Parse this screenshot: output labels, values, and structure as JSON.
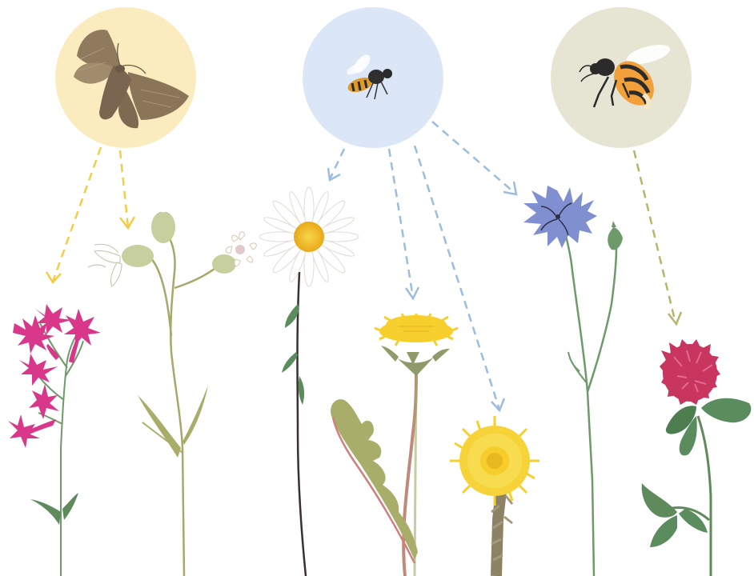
{
  "pollinators": [
    {
      "name": "moth",
      "icon": "moth-icon",
      "color": "#fbecc0"
    },
    {
      "name": "hoverfly",
      "icon": "hoverfly-icon",
      "color": "#dbe6f7"
    },
    {
      "name": "bumblebee",
      "icon": "bumblebee-icon",
      "color": "#e6e4d3"
    }
  ],
  "plants": [
    {
      "name": "ragged-robin",
      "icon": "ragged-robin-icon",
      "color": "#d9378a"
    },
    {
      "name": "bladder-campion",
      "icon": "bladder-campion-icon",
      "color": "#c7cf9e"
    },
    {
      "name": "oxeye-daisy",
      "icon": "oxeye-daisy-icon",
      "color": "#f2b91c"
    },
    {
      "name": "dandelion",
      "icon": "dandelion-icon",
      "color": "#f7cf2c"
    },
    {
      "name": "coltsfoot",
      "icon": "coltsfoot-icon",
      "color": "#f6cd2a"
    },
    {
      "name": "cornflower",
      "icon": "cornflower-icon",
      "color": "#7f8fd0"
    },
    {
      "name": "red-clover",
      "icon": "red-clover-icon",
      "color": "#c8355f"
    }
  ],
  "links": [
    {
      "from": "moth",
      "to": "ragged-robin",
      "color": "#f3cd4a"
    },
    {
      "from": "moth",
      "to": "bladder-campion",
      "color": "#f3cd4a"
    },
    {
      "from": "hoverfly",
      "to": "oxeye-daisy",
      "color": "#9cbce0"
    },
    {
      "from": "hoverfly",
      "to": "dandelion",
      "color": "#9cbce0"
    },
    {
      "from": "hoverfly",
      "to": "coltsfoot",
      "color": "#9cbce0"
    },
    {
      "from": "hoverfly",
      "to": "cornflower",
      "color": "#9cbce0"
    },
    {
      "from": "bumblebee",
      "to": "red-clover",
      "color": "#b7b56a"
    }
  ]
}
